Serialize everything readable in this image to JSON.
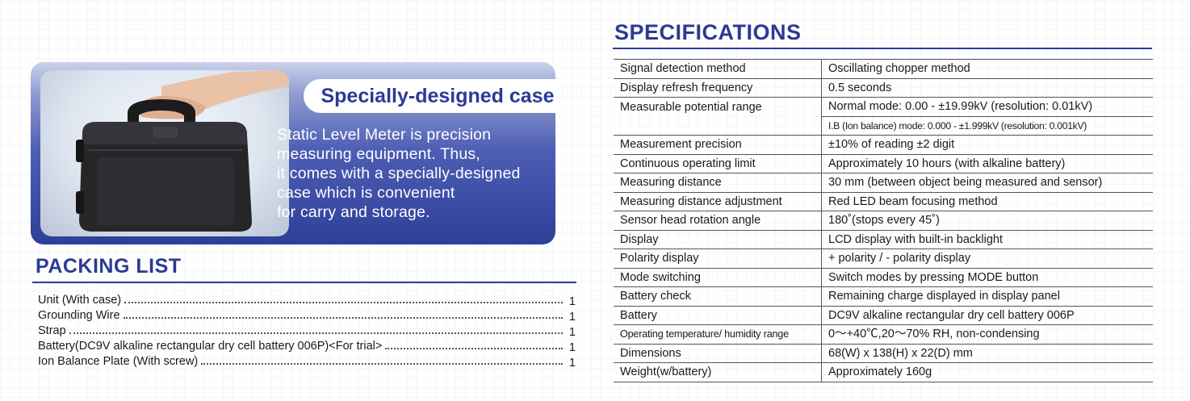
{
  "case_card": {
    "title": "Specially-designed case",
    "lines": [
      "Static Level Meter is precision",
      "measuring equipment. Thus,",
      "it comes with a specially-designed",
      "case which is convenient",
      "for carry and storage."
    ],
    "accent": "#2b3b93"
  },
  "packing_list": {
    "title": "PACKING LIST",
    "items": [
      {
        "name": "Unit (With case)",
        "qty": "1"
      },
      {
        "name": "Grounding Wire",
        "qty": "1"
      },
      {
        "name": "Strap",
        "qty": "1"
      },
      {
        "name": "Battery(DC9V alkaline rectangular dry cell battery 006P)<For trial>",
        "qty": "1"
      },
      {
        "name": "Ion Balance Plate (With screw)",
        "qty": "1"
      }
    ]
  },
  "specifications": {
    "title": "SPECIFICATIONS",
    "rows": [
      {
        "key": "Signal detection method",
        "value": "Oscillating chopper method"
      },
      {
        "key": "Display refresh frequency",
        "value": "0.5 seconds"
      },
      {
        "key": "Measurable potential range",
        "value": "Normal mode: 0.00 - ±19.99kV (resolution: 0.01kV)"
      },
      {
        "key": "",
        "value": "I.B (Ion balance) mode: 0.000 - ±1.999kV (resolution: 0.001kV)"
      },
      {
        "key": "Measurement precision",
        "value": "±10% of reading ±2 digit"
      },
      {
        "key": "Continuous operating limit",
        "value": "Approximately 10 hours (with alkaline battery)"
      },
      {
        "key": "Measuring distance",
        "value": "30 mm (between object being measured and sensor)"
      },
      {
        "key": "Measuring distance adjustment",
        "value": "Red LED beam focusing method"
      },
      {
        "key": "Sensor head rotation angle",
        "value": "180˚(stops every 45˚)"
      },
      {
        "key": "Display",
        "value": "LCD display with built-in backlight"
      },
      {
        "key": "Polarity display",
        "value": "+ polarity / - polarity display"
      },
      {
        "key": "Mode switching",
        "value": "Switch modes by pressing MODE button"
      },
      {
        "key": "Battery check",
        "value": "Remaining charge displayed in display panel"
      },
      {
        "key": "Battery",
        "value": "DC9V alkaline rectangular dry cell battery 006P"
      },
      {
        "key": "Operating temperature/ humidity range",
        "value": "0～+40℃,20～70% RH, non-condensing"
      },
      {
        "key": "Dimensions",
        "value": "68(W) x 138(H)  x 22(D) mm"
      },
      {
        "key": "Weight(w/battery)",
        "value": "Approximately 160g"
      }
    ]
  }
}
